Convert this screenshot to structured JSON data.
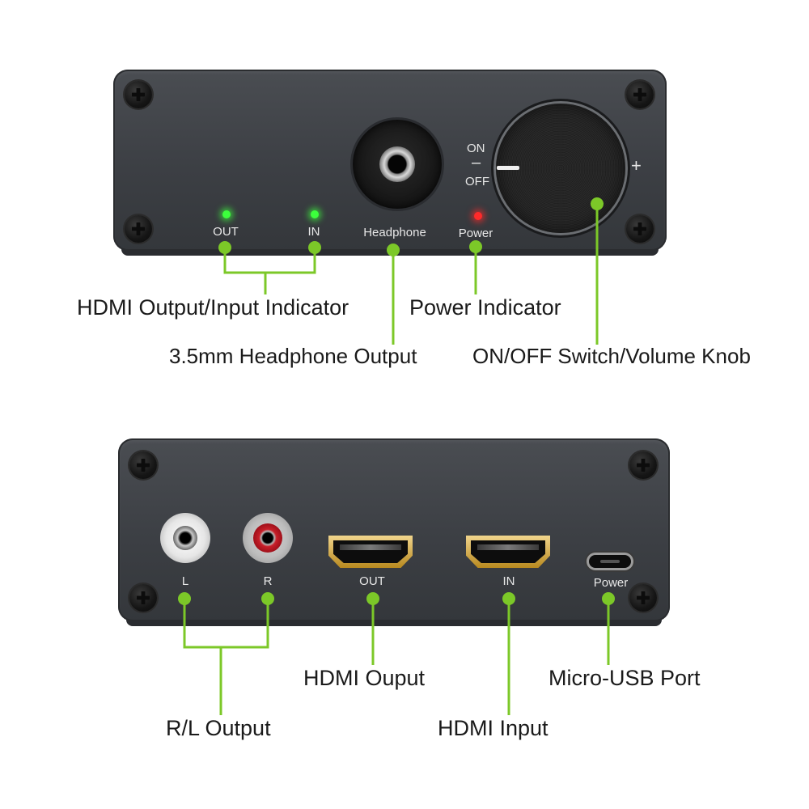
{
  "colors": {
    "callout_line": "#7cc828",
    "panel": "#3f4247",
    "led_green": "#3cff3c",
    "led_red": "#ff2a2a",
    "text_dark": "#1a1a1a",
    "label_light": "#e8e8e8"
  },
  "front_panel": {
    "labels": {
      "out": "OUT",
      "in": "IN",
      "headphone": "Headphone",
      "power": "Power",
      "on": "ON",
      "off": "OFF",
      "minus": "–",
      "plus": "+"
    },
    "leds": {
      "out": "on",
      "in": "on",
      "power": "on"
    }
  },
  "front_callouts": {
    "hdmi_indicator": "HDMI Output/Input Indicator",
    "power_indicator": "Power Indicator",
    "headphone_output": "3.5mm Headphone Output",
    "switch_knob": "ON/OFF Switch/Volume Knob"
  },
  "rear_panel": {
    "labels": {
      "l": "L",
      "r": "R",
      "out": "OUT",
      "in": "IN",
      "power": "Power"
    }
  },
  "rear_callouts": {
    "rl_output": "R/L Output",
    "hdmi_output": "HDMI Ouput",
    "hdmi_input": "HDMI Input",
    "micro_usb": "Micro-USB Port"
  }
}
